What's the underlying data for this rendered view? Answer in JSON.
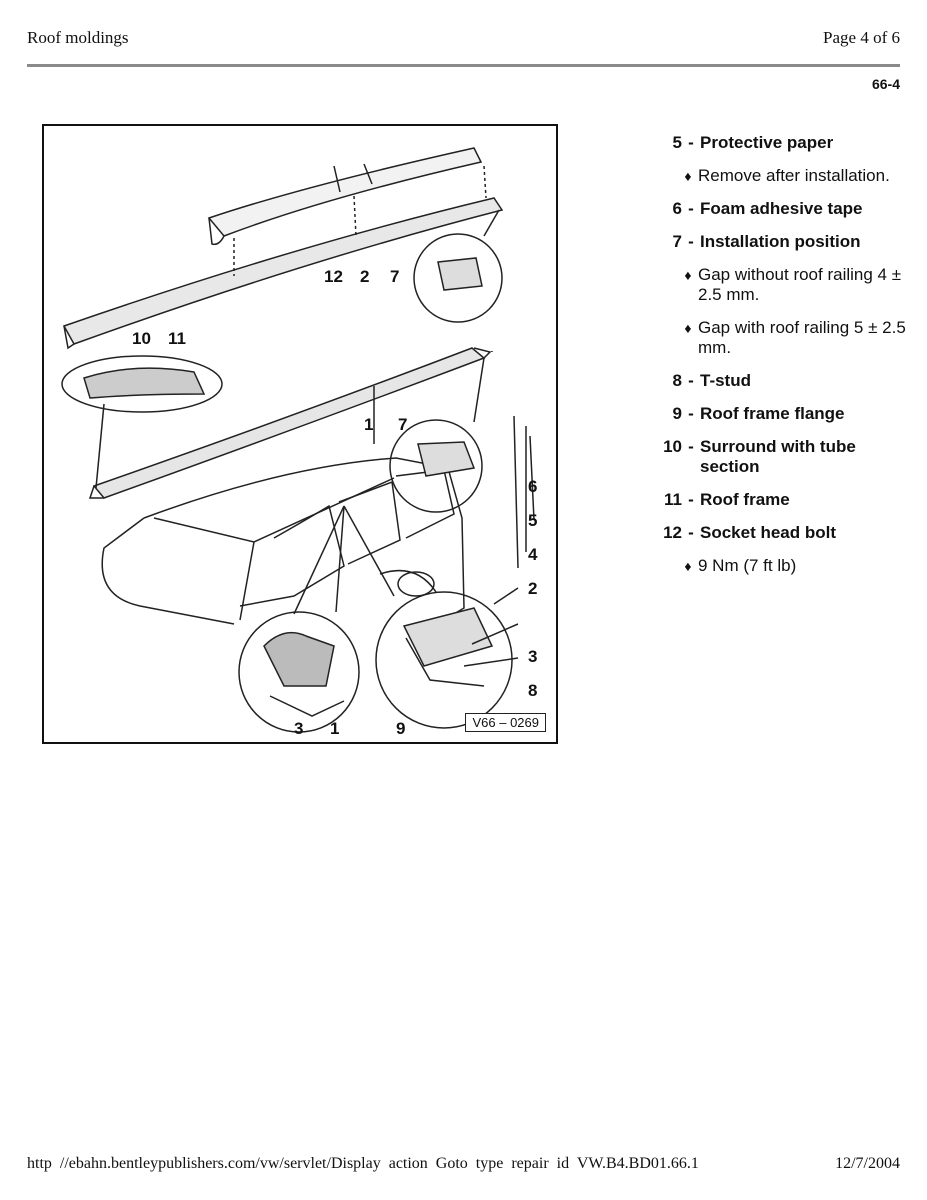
{
  "header": {
    "title": "Roof moldings",
    "page": "Page 4 of 6",
    "section_code": "66-4"
  },
  "figure": {
    "code": "V66 – 0269",
    "callouts": [
      "1",
      "1",
      "2",
      "2",
      "3",
      "3",
      "4",
      "5",
      "6",
      "7",
      "7",
      "8",
      "9",
      "10",
      "11",
      "12"
    ]
  },
  "legend": [
    {
      "num": "5",
      "label": "Protective paper",
      "notes": [
        "Remove after installation."
      ]
    },
    {
      "num": "6",
      "label": "Foam adhesive tape",
      "notes": []
    },
    {
      "num": "7",
      "label": "Installation position",
      "notes": [
        "Gap without roof railing 4 ± 2.5 mm.",
        "Gap with roof railing 5 ± 2.5 mm."
      ]
    },
    {
      "num": "8",
      "label": "T-stud",
      "notes": []
    },
    {
      "num": "9",
      "label": "Roof frame flange",
      "notes": []
    },
    {
      "num": "10",
      "label": "Surround with tube section",
      "notes": []
    },
    {
      "num": "11",
      "label": "Roof frame",
      "notes": []
    },
    {
      "num": "12",
      "label": "Socket head bolt",
      "notes": [
        "9 Nm (7 ft lb)"
      ]
    }
  ],
  "footer": {
    "url": "http //ebahn.bentleypublishers.com/vw/servlet/Display action Goto type repair id VW.B4.BD01.66.1",
    "date": "12/7/2004"
  }
}
